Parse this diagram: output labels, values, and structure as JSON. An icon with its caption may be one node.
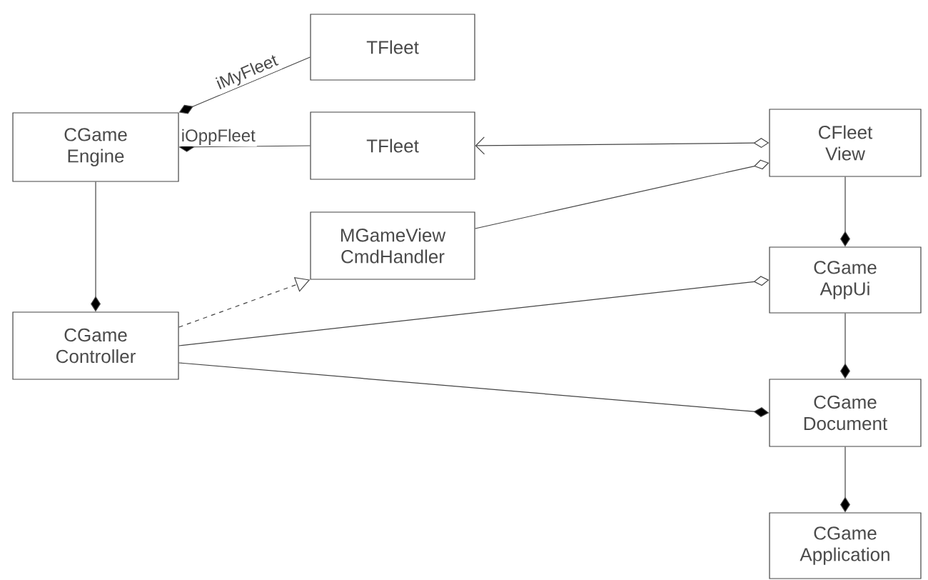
{
  "diagram": {
    "nodes": [
      {
        "text": [
          "TFleet"
        ]
      },
      {
        "text": [
          "CGame Engine"
        ]
      },
      {
        "text": [
          "TFleet"
        ]
      },
      {
        "text": [
          "CFleet View"
        ]
      },
      {
        "text": [
          "MGameView CmdHandler"
        ]
      },
      {
        "text": [
          "CGame AppUi"
        ]
      },
      {
        "text": [
          "CGame Controller"
        ]
      },
      {
        "text": [
          "CGame Document"
        ]
      },
      {
        "text": [
          "CGame Application"
        ]
      }
    ],
    "edges": [
      {
        "from": 1,
        "to": 0,
        "arrow": "other",
        "label": "iMyFleet"
      },
      {
        "from": 1,
        "to": 2,
        "arrow": "other",
        "label": "iOppFleet"
      },
      {
        "from": 3,
        "to": 2,
        "arrow": "to"
      },
      {
        "from": 3,
        "to": 4,
        "arrow": "other"
      },
      {
        "from": 6,
        "to": 1,
        "arrow": "other"
      },
      {
        "from": 6,
        "to": 4,
        "arrow": "to",
        "style": "dashed"
      },
      {
        "from": 5,
        "to": 3,
        "arrow": "other"
      },
      {
        "from": 5,
        "to": 6,
        "arrow": "other"
      },
      {
        "from": 7,
        "to": 5,
        "arrow": "other"
      },
      {
        "from": 7,
        "to": 6,
        "arrow": "other"
      },
      {
        "from": 8,
        "to": 7,
        "arrow": "other"
      }
    ]
  }
}
